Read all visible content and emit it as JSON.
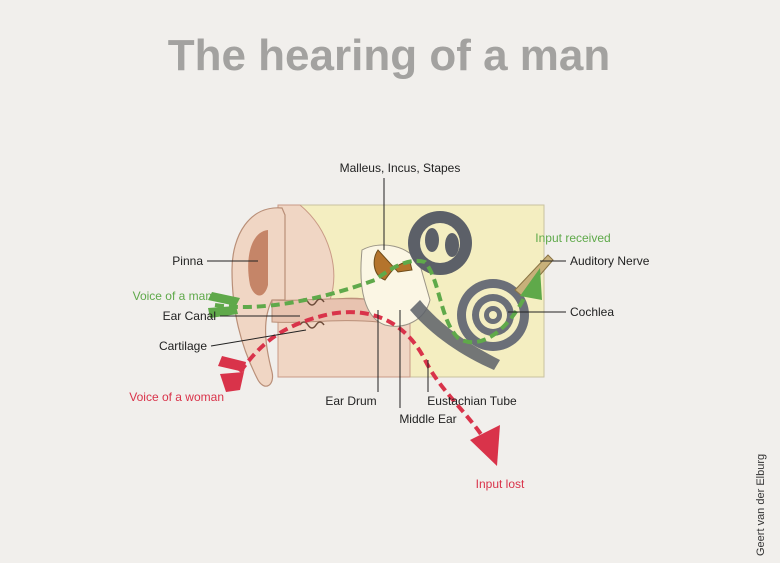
{
  "title": "The hearing of a man",
  "credit": "Geert van der Elburg",
  "labels": {
    "malleus": "Malleus, Incus, Stapes",
    "pinna": "Pinna",
    "voice_man": "Voice of a man",
    "ear_canal": "Ear Canal",
    "cartilage": "Cartilage",
    "voice_woman": "Voice of a woman",
    "ear_drum": "Ear Drum",
    "middle_ear": "Middle Ear",
    "eustachian": "Eustachian Tube",
    "input_received": "Input received",
    "auditory_nerve": "Auditory Nerve",
    "cochlea": "Cochlea",
    "input_lost": "Input lost"
  },
  "colors": {
    "background": "#f1efec",
    "title": "#a3a2a0",
    "green_path": "#5fa94a",
    "red_path": "#d9334a",
    "panel": "#f4eec1",
    "skin": "#f0d6c4",
    "cochlea": "#6b6f78"
  }
}
